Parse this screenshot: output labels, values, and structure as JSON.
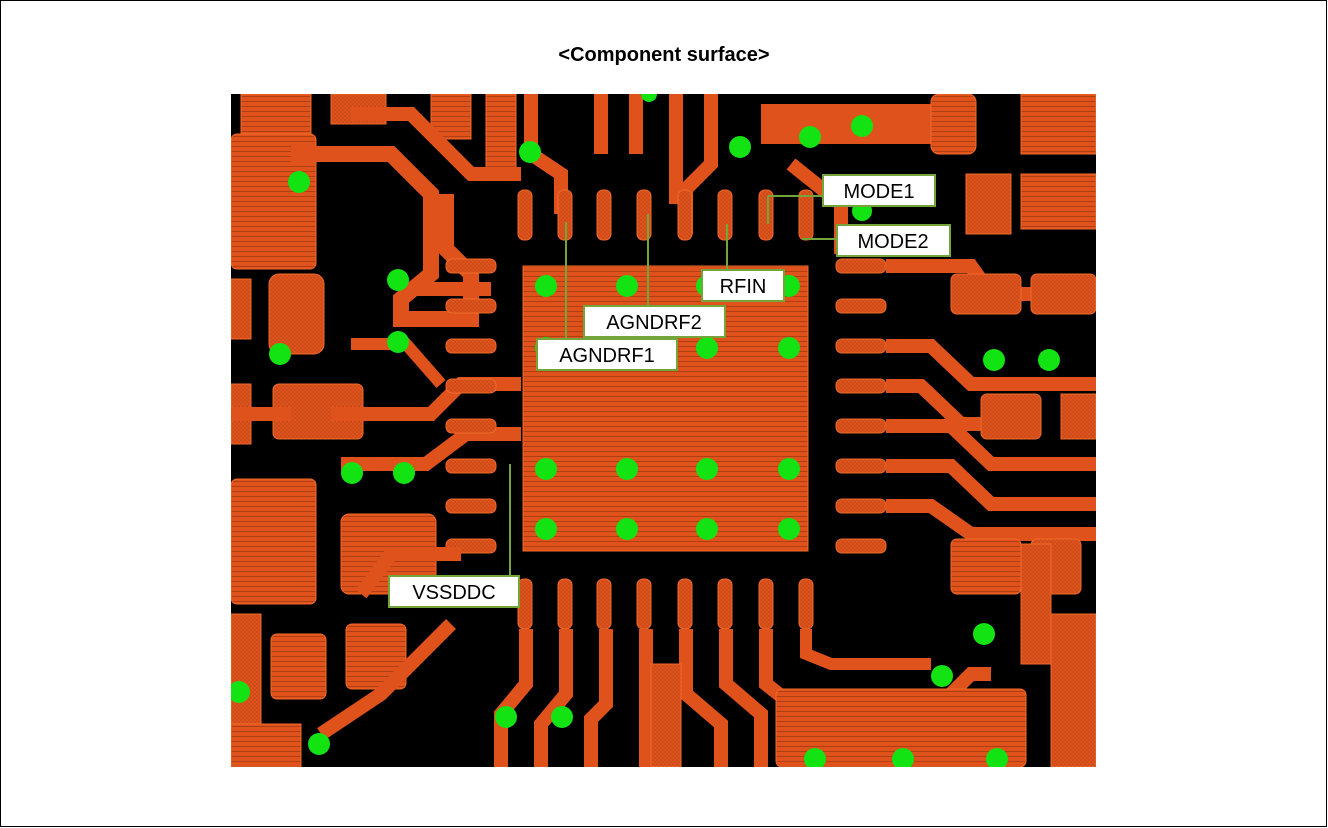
{
  "figure": {
    "title": "<Component surface>"
  },
  "colors": {
    "background": "#000000",
    "copper": "#e0521c",
    "via": "#13e213",
    "callout_border": "#74a53a",
    "callout_line": "#74a53a"
  },
  "callouts": [
    {
      "id": "mode1",
      "text": "MODE1"
    },
    {
      "id": "mode2",
      "text": "MODE2"
    },
    {
      "id": "rfin",
      "text": "RFIN"
    },
    {
      "id": "agndrf2",
      "text": "AGNDRF2"
    },
    {
      "id": "agndrf1",
      "text": "AGNDRF1"
    },
    {
      "id": "vssddc",
      "text": "VSSDDC"
    }
  ]
}
